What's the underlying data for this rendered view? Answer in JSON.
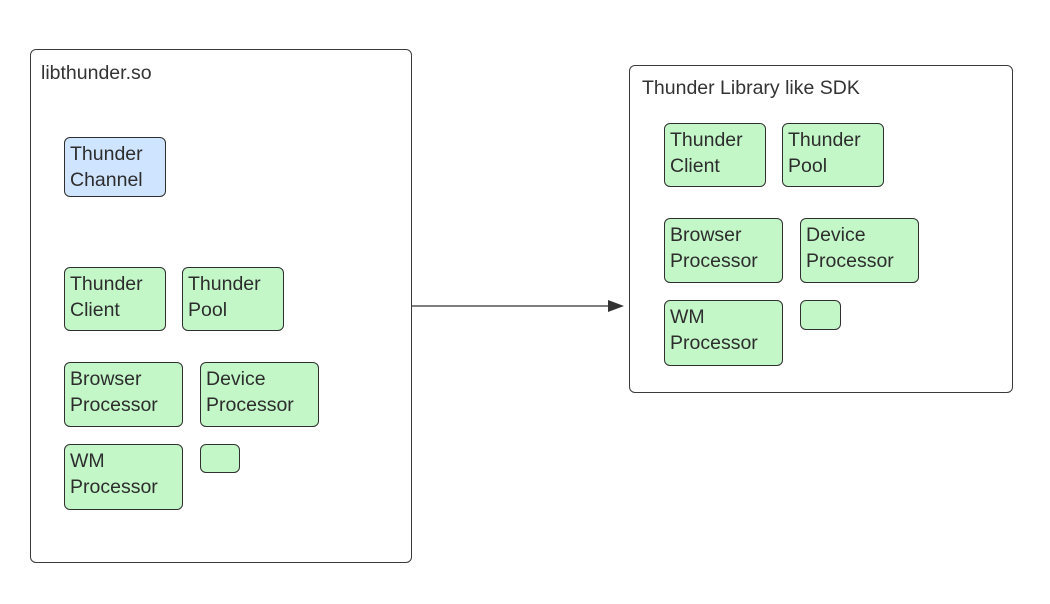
{
  "colors": {
    "green_fill": "#c3f7c8",
    "blue_fill": "#cfe4ff",
    "border": "#2f2f2f",
    "arrow": "#333333"
  },
  "left_container": {
    "title": "libthunder.so",
    "nodes": {
      "thunder_channel": "Thunder\nChannel",
      "thunder_client": "Thunder\nClient",
      "thunder_pool": "Thunder\nPool",
      "browser_processor": "Browser\nProcessor",
      "device_processor": "Device\nProcessor",
      "wm_processor": "WM\nProcessor",
      "empty_box": ""
    }
  },
  "right_container": {
    "title": "Thunder Library like SDK",
    "nodes": {
      "thunder_client": "Thunder\nClient",
      "thunder_pool": "Thunder\nPool",
      "browser_processor": "Browser\nProcessor",
      "device_processor": "Device\nProcessor",
      "wm_processor": "WM\nProcessor",
      "empty_box": ""
    }
  }
}
